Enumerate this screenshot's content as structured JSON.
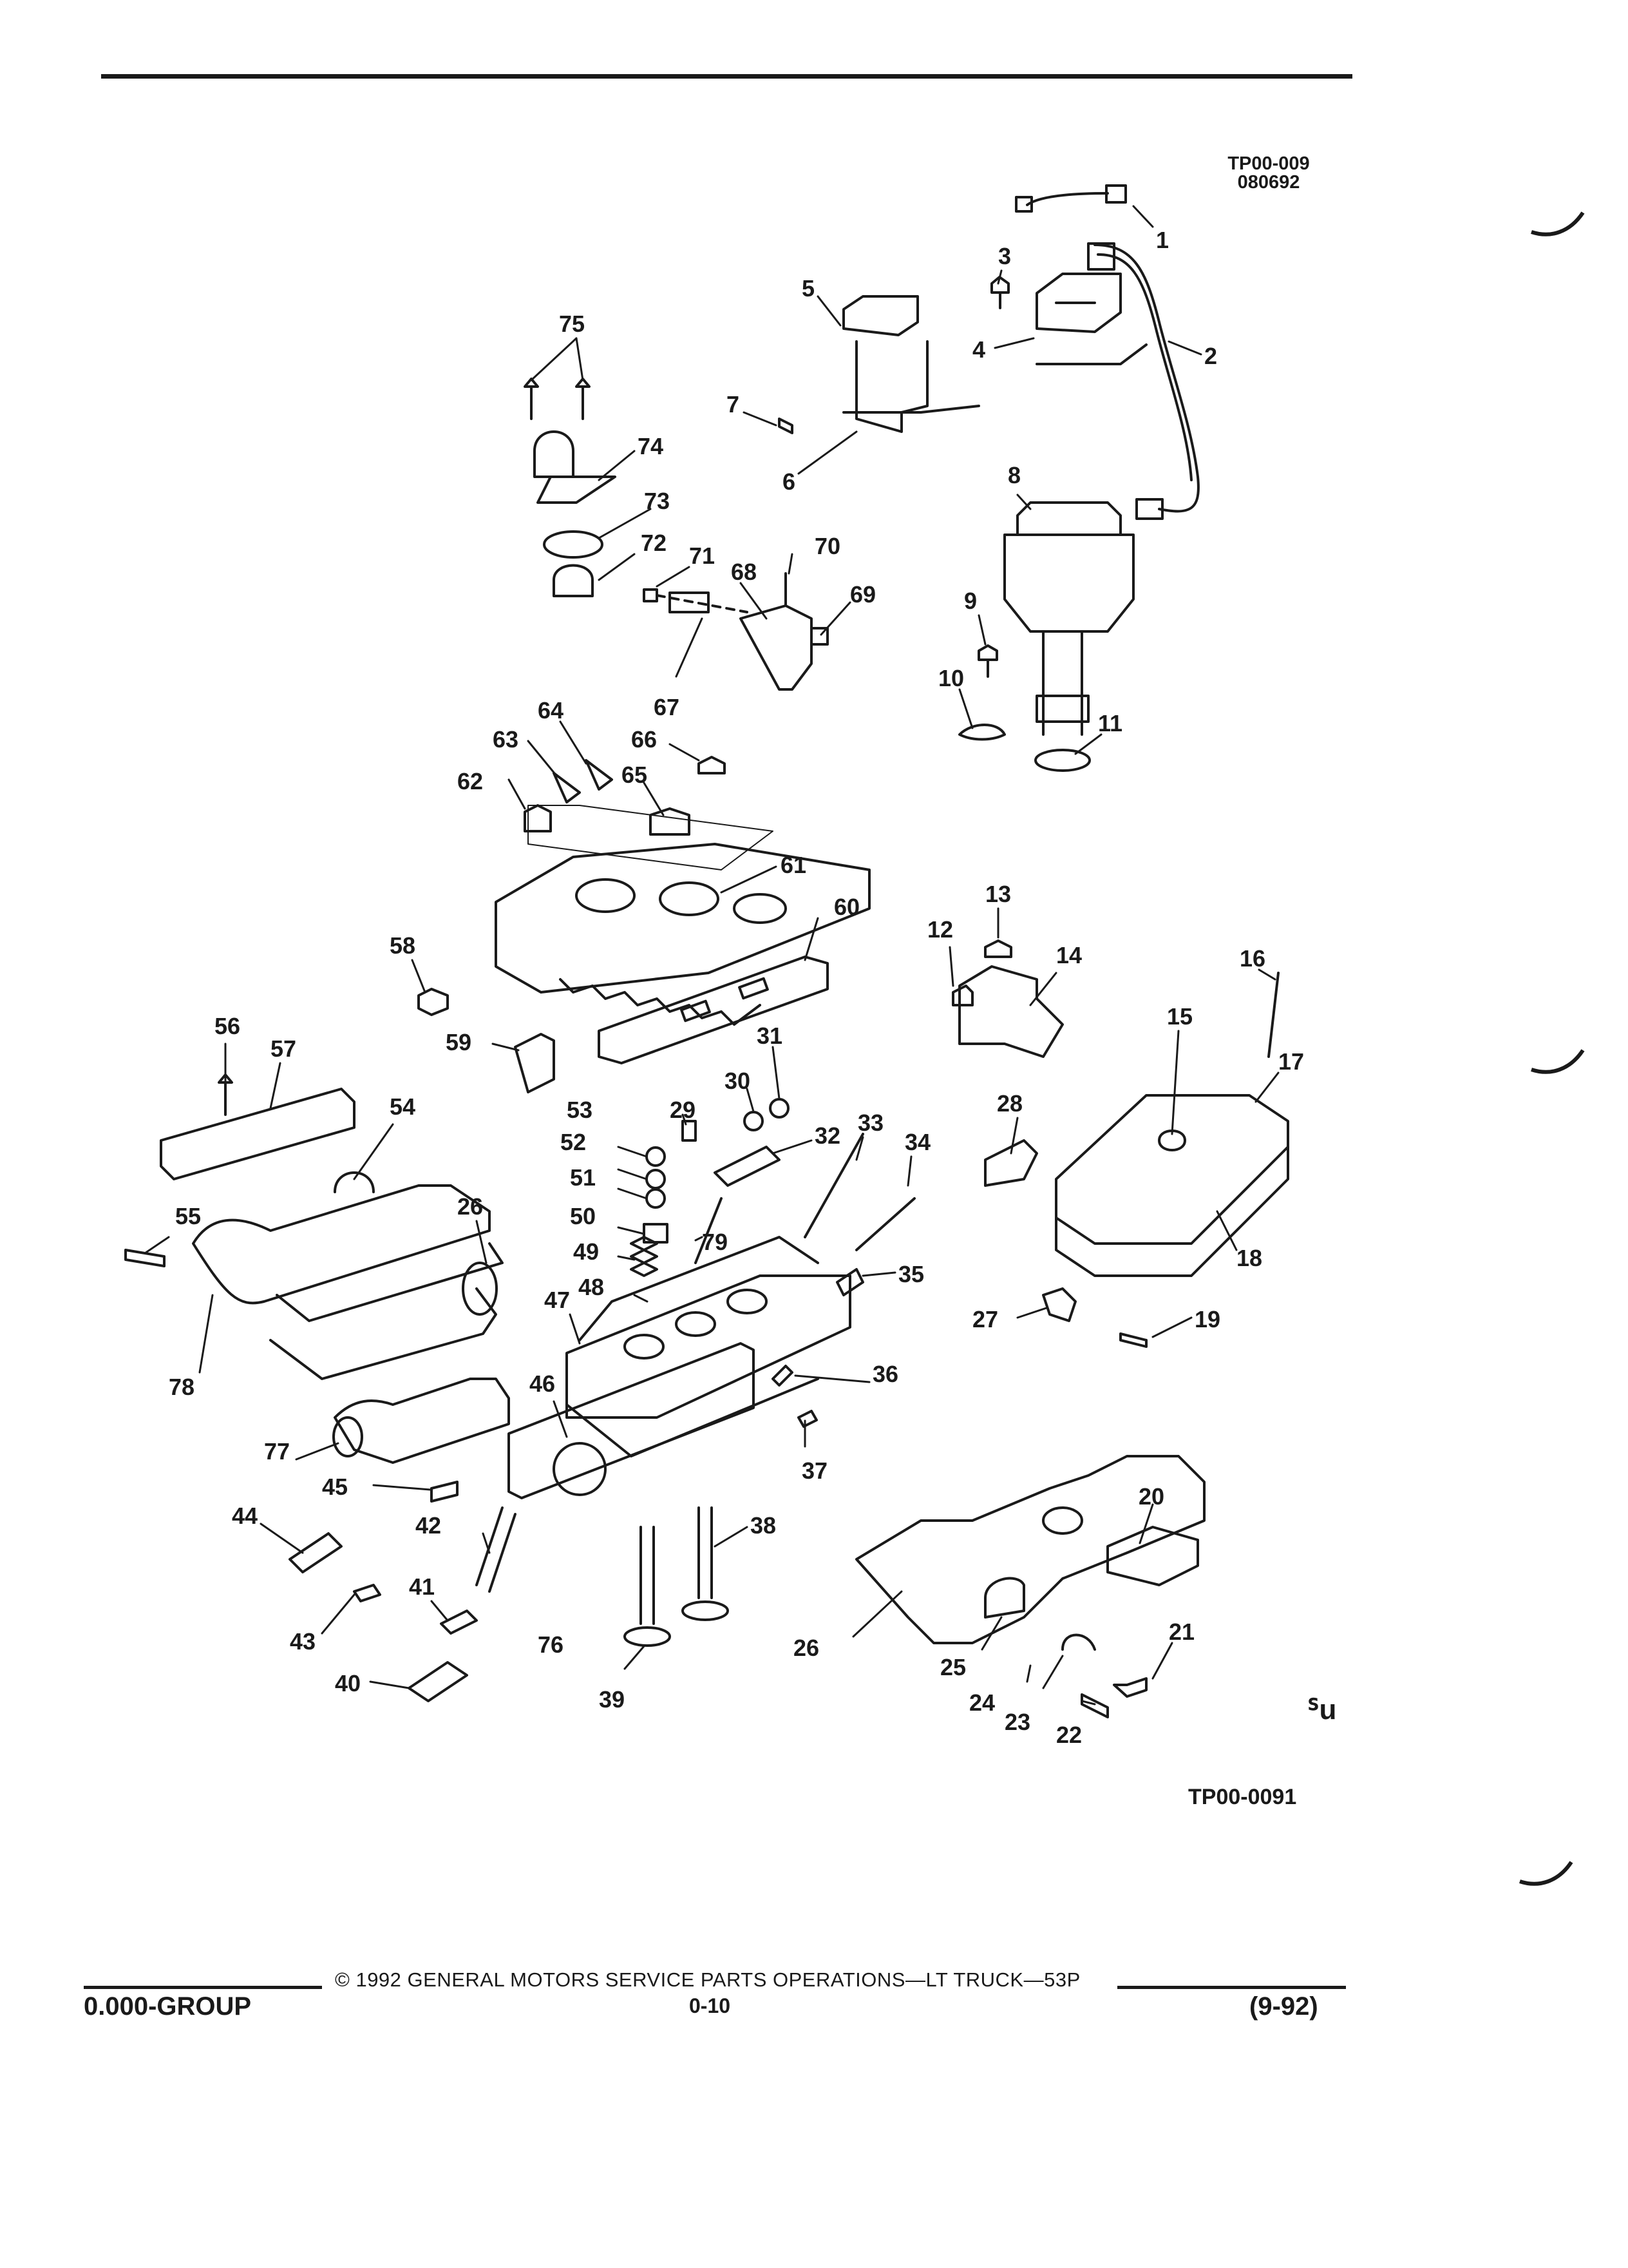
{
  "header": {
    "figure_id": "TP00-009",
    "figure_date": "080692"
  },
  "diagram": {
    "callouts": [
      "1",
      "2",
      "3",
      "4",
      "5",
      "6",
      "7",
      "8",
      "9",
      "10",
      "11",
      "12",
      "13",
      "14",
      "15",
      "16",
      "17",
      "18",
      "19",
      "20",
      "21",
      "22",
      "23",
      "24",
      "25",
      "26",
      "26",
      "27",
      "28",
      "29",
      "30",
      "31",
      "32",
      "33",
      "34",
      "35",
      "36",
      "37",
      "38",
      "39",
      "40",
      "41",
      "42",
      "43",
      "44",
      "45",
      "46",
      "47",
      "48",
      "49",
      "50",
      "51",
      "52",
      "53",
      "54",
      "55",
      "56",
      "57",
      "58",
      "59",
      "60",
      "61",
      "62",
      "63",
      "64",
      "65",
      "66",
      "67",
      "68",
      "69",
      "70",
      "71",
      "72",
      "73",
      "74",
      "75",
      "76",
      "77",
      "78",
      "79"
    ],
    "figure_code": "TP00-0091",
    "brand_mark": "ᔆu"
  },
  "footer": {
    "copyright": "©  1992  GENERAL MOTORS SERVICE PARTS OPERATIONS—LT TRUCK—53P",
    "group": "0.000-GROUP",
    "page": "0-10",
    "revision": "(9-92)"
  }
}
